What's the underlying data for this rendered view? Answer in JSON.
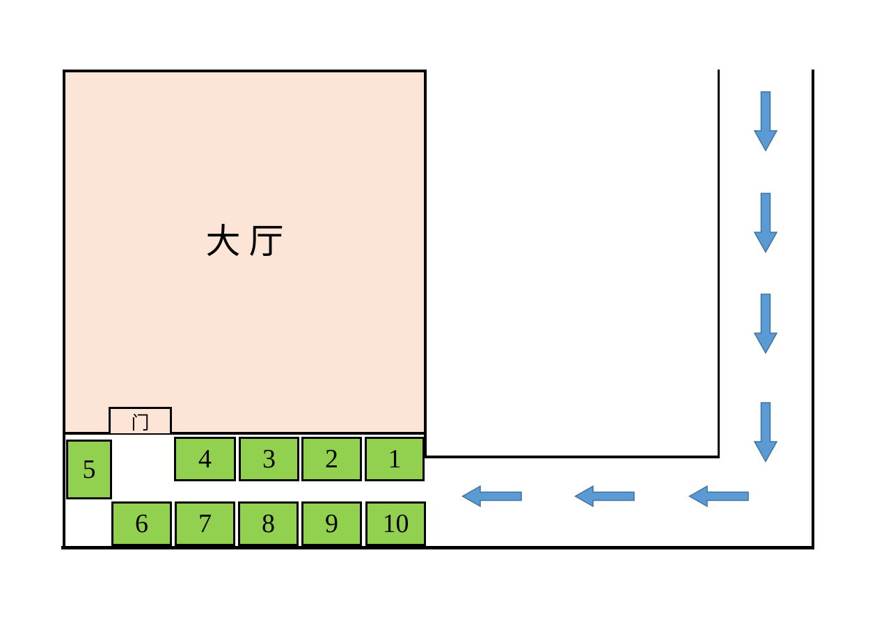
{
  "hall": {
    "label": "大厅"
  },
  "door": {
    "label": "门"
  },
  "booths": [
    {
      "label": "1"
    },
    {
      "label": "2"
    },
    {
      "label": "3"
    },
    {
      "label": "4"
    },
    {
      "label": "5"
    },
    {
      "label": "6"
    },
    {
      "label": "7"
    },
    {
      "label": "8"
    },
    {
      "label": "9"
    },
    {
      "label": "10"
    }
  ],
  "flow": {
    "down_arrow_count": 4,
    "left_arrow_count": 3,
    "description": "down-right-corridor-then-left-along-bottom"
  },
  "colors": {
    "background": "#FFFFFF",
    "wall": "#000000",
    "hall_fill": "#FCE4D6",
    "booth_fill": "#92D050",
    "booth_border": "#000000",
    "arrow_fill": "#5B9BD5",
    "arrow_border": "#41719C"
  }
}
